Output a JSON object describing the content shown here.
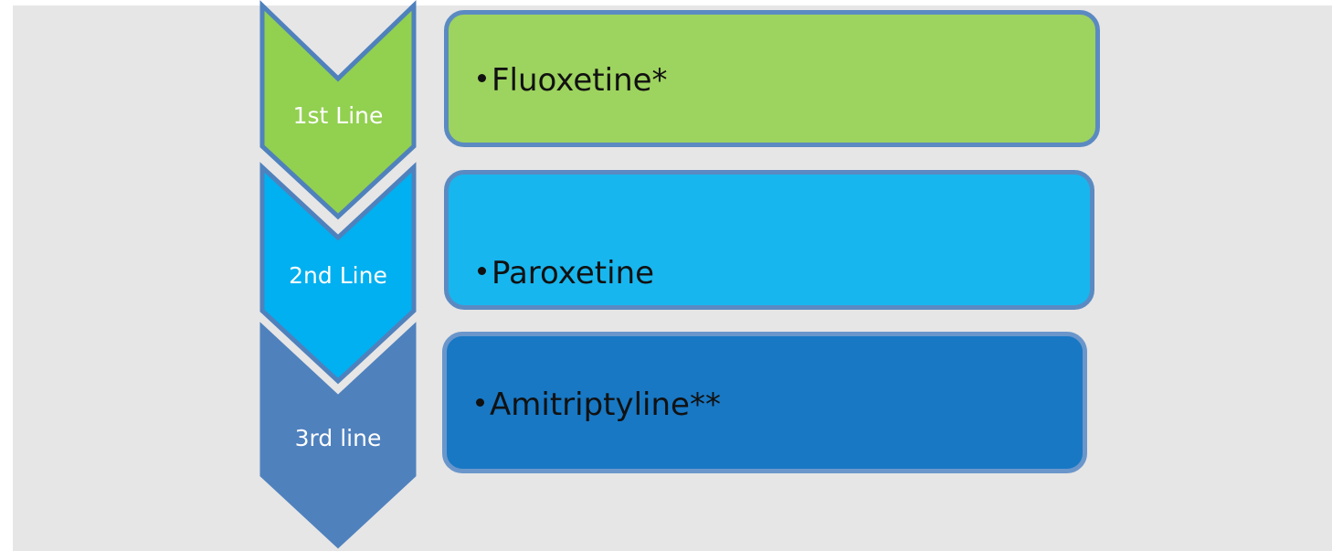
{
  "stages": [
    {
      "label": "1st Line",
      "drug": "Fluoxetine*",
      "fill": "#92d050",
      "stroke": "#4f81bd"
    },
    {
      "label": "2nd Line",
      "drug": "Paroxetine",
      "fill": "#00b0f0",
      "stroke": "#4f81bd"
    },
    {
      "label": "3rd line",
      "drug": "Amitriptyline**",
      "fill": "#4f81bd",
      "stroke": "#4f81bd"
    }
  ],
  "boxes": [
    {
      "fill": "#9dd35f",
      "border": "#5b8ac2"
    },
    {
      "fill": "#18b6ee",
      "border": "#5b8ac2"
    },
    {
      "fill": "#1878c4",
      "border": "#6a96cb"
    }
  ]
}
